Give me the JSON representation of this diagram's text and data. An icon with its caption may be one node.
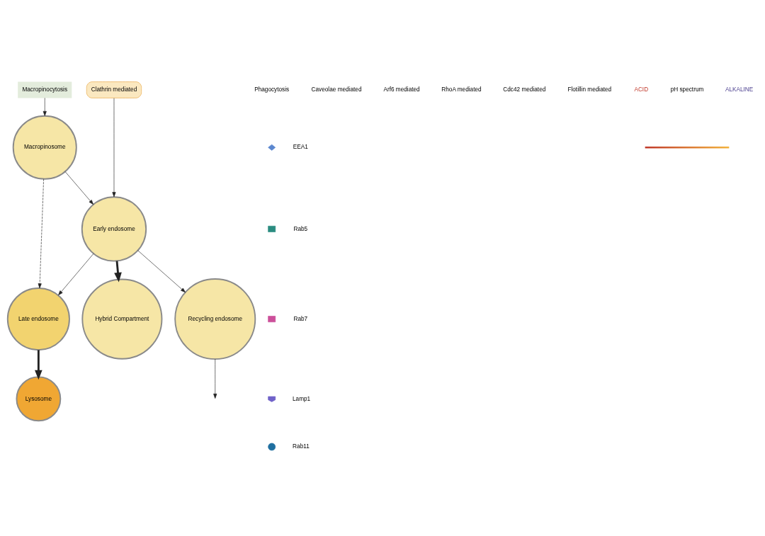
{
  "diagram": {
    "nodes": [
      {
        "text": [
          "Macropinocytosis"
        ]
      },
      {
        "text": [
          "Clathrin mediated"
        ]
      },
      {
        "text": [
          "Macropinosome"
        ]
      },
      {
        "text": [
          "Early endosome"
        ]
      },
      {
        "text": [
          "Recycling endosome"
        ]
      },
      {
        "text": [
          "Hybrid Compartment"
        ]
      },
      {
        "text": [
          "Late endosome"
        ]
      },
      {
        "text": [
          "Lysosome"
        ]
      }
    ],
    "edges": [
      {
        "from": 0,
        "to": 2,
        "arrow": "to"
      },
      {
        "from": 2,
        "to": 3,
        "arrow": "to"
      },
      {
        "from": 1,
        "to": 3,
        "arrow": "to"
      },
      {
        "from": 2,
        "to": 6,
        "arrow": "to",
        "style": "dashed"
      },
      {
        "from": 3,
        "to": 4,
        "arrow": "to"
      },
      {
        "from": 3,
        "to": 5,
        "arrow": "to",
        "style": "thick"
      },
      {
        "from": 3,
        "to": 6,
        "arrow": "to"
      },
      {
        "from": 6,
        "to": 7,
        "arrow": "to",
        "style": "thick"
      },
      {
        "from": 4,
        "to": null,
        "arrow": "to"
      }
    ],
    "labels": [
      "Phagocytosis",
      "Caveolae mediated",
      "Arf6 mediated",
      "RhoA mediated",
      "Cdc42 mediated",
      "Flotillin mediated",
      "ACID",
      "pH spectrum",
      "ALKALINE"
    ],
    "legend": [
      {
        "text": "EEA1"
      },
      {
        "text": "Rab5"
      },
      {
        "text": "Rab7"
      },
      {
        "text": "Lamp1"
      },
      {
        "text": "Rab11"
      }
    ]
  }
}
